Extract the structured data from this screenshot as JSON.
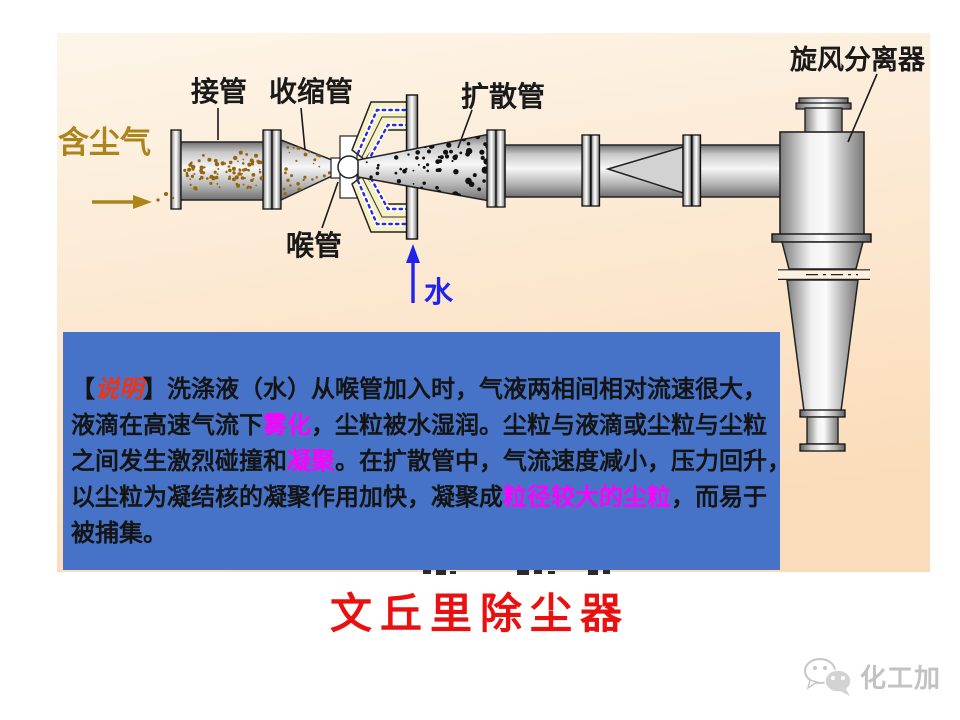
{
  "slide": {
    "title": "文丘里除尘器",
    "watermark": "化工加"
  },
  "diagram": {
    "labels": {
      "inlet_gas": "含尘气",
      "inlet_pipe": "接管",
      "converging_tube": "收缩管",
      "throat": "喉管",
      "diffuser": "扩散管",
      "cyclone": "旋风分离器",
      "water": "水"
    }
  },
  "info_box": {
    "lines": {
      "l1": {
        "a": "【",
        "b": "说明",
        "c": "】洗涤液（水）从喉管加入时，气液两相间相对流速很大，"
      },
      "l2": {
        "a": "液滴在高速气流下",
        "b": "雾化",
        "c": "，尘粒被水湿润。尘粒与液滴或尘粒与尘粒"
      },
      "l3": {
        "a": "之间发生激烈碰撞和",
        "b": "凝聚",
        "c": "。在扩散管中，气流速度减小，压力回升，"
      },
      "l4": {
        "a": "以尘粒为凝结核的凝聚作用加快，凝聚成",
        "b": "粒径较大的尘粒",
        "c": "，而易于"
      },
      "l5": {
        "a": "被捕集。"
      }
    }
  },
  "colors": {
    "info_box_blue": "#4673c8",
    "note_label_red": "#f03313",
    "highlight_magenta": "#ff00ff",
    "title_red": "#ea1010",
    "gas_label_gold": "#ab851c",
    "water_label_blue": "#2222ee",
    "diagram_background_peach": "#fbdfc0"
  }
}
